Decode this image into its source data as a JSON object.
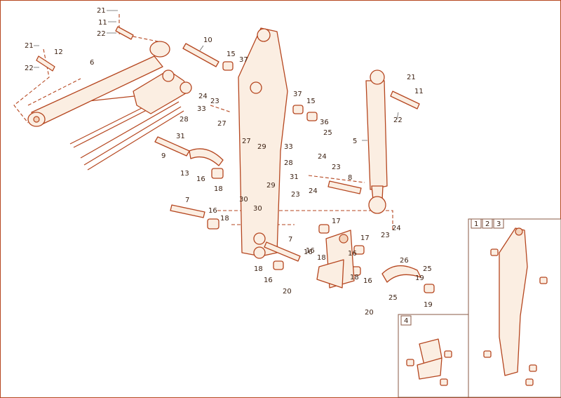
{
  "callouts": [
    "21",
    "11",
    "22",
    "21",
    "12",
    "22",
    "6",
    "10",
    "15",
    "37",
    "24",
    "23",
    "33",
    "28",
    "27",
    "31",
    "9",
    "13",
    "16",
    "18",
    "27",
    "29",
    "33",
    "28",
    "31",
    "29",
    "30",
    "30",
    "37",
    "15",
    "36",
    "25",
    "5",
    "21",
    "11",
    "22",
    "24",
    "23",
    "8",
    "23",
    "24",
    "7",
    "16",
    "18",
    "17",
    "16",
    "18",
    "7",
    "16",
    "18",
    "16",
    "20",
    "17",
    "16",
    "16",
    "18",
    "20",
    "23",
    "24",
    "26",
    "25",
    "19",
    "25",
    "19"
  ],
  "tabs": [
    "1",
    "2",
    "3",
    "4"
  ],
  "colors": {
    "line": "#b5461f",
    "fill": "#fbeee2",
    "dark_fill": "#f4d4bc",
    "text": "#3a1f10"
  }
}
